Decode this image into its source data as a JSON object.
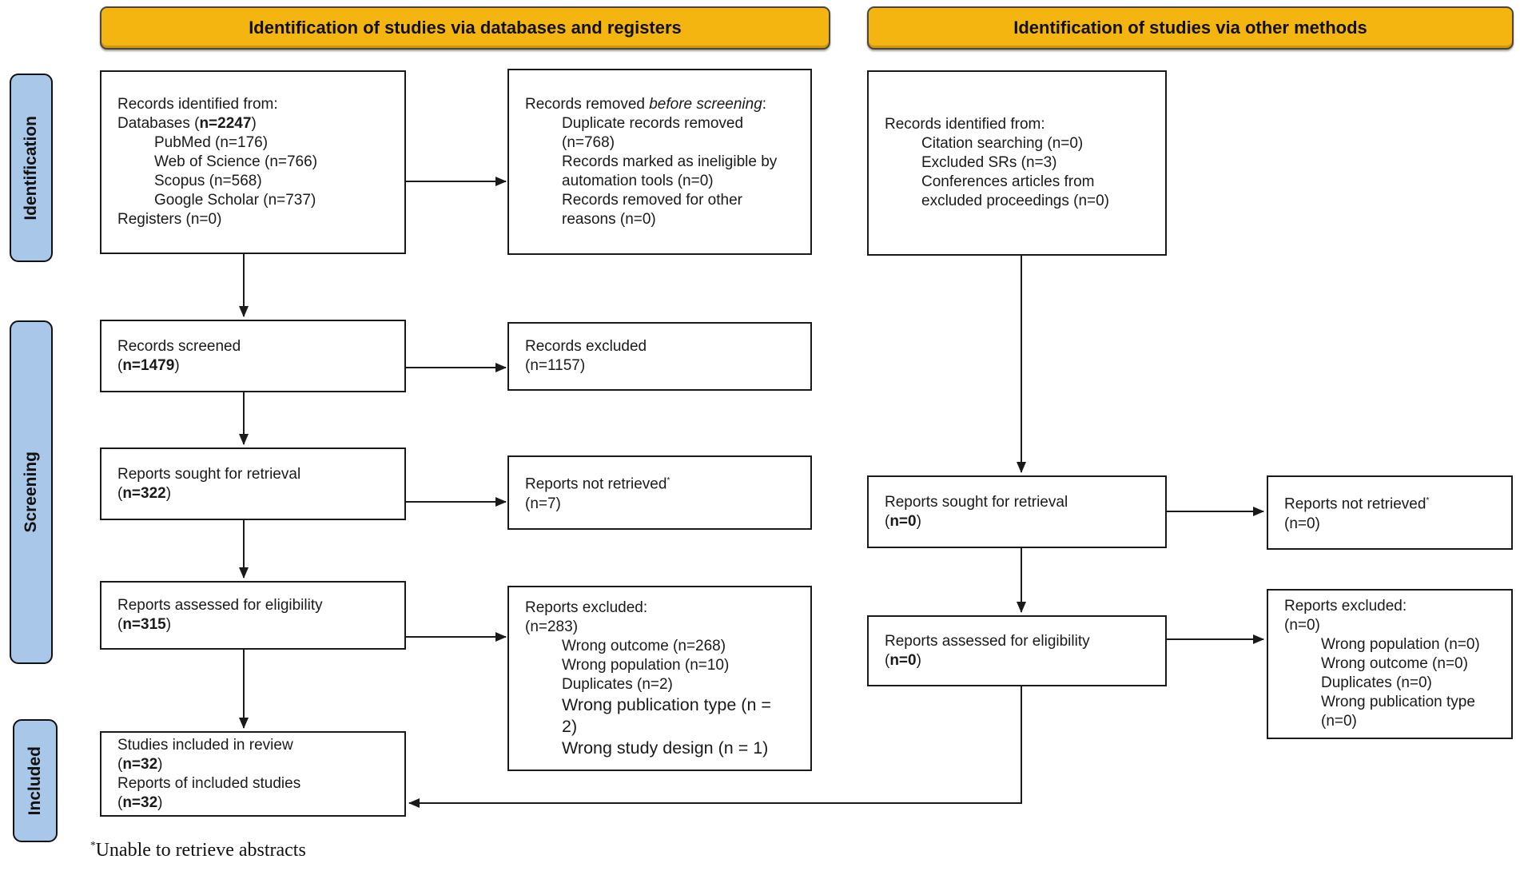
{
  "banners": {
    "databases": "Identification of studies via databases and registers",
    "other": "Identification of studies via other methods"
  },
  "stages": {
    "identification": "Identification",
    "screening": "Screening",
    "included": "Included"
  },
  "colors": {
    "banner_bg": "#F5B511",
    "stage_bg": "#A9C7E8",
    "box_border": "#1a1a1a"
  },
  "footnote": {
    "marker": "*",
    "text": "Unable to retrieve abstracts"
  },
  "boxes": {
    "l1": {
      "lines": [
        {
          "seg": [
            {
              "t": "Records identified from:"
            }
          ]
        },
        {
          "seg": [
            {
              "t": "Databases ("
            },
            {
              "t": "n=2247",
              "b": 1
            },
            {
              "t": ")"
            }
          ]
        },
        {
          "ind": 1,
          "seg": [
            {
              "t": "PubMed (n=176)"
            }
          ]
        },
        {
          "ind": 1,
          "seg": [
            {
              "t": "Web of Science (n=766)"
            }
          ]
        },
        {
          "ind": 1,
          "seg": [
            {
              "t": "Scopus (n=568)"
            }
          ]
        },
        {
          "ind": 1,
          "seg": [
            {
              "t": "Google Scholar (n=737)"
            }
          ]
        },
        {
          "seg": [
            {
              "t": "Registers (n=0)"
            }
          ]
        }
      ]
    },
    "ls1": {
      "lines": [
        {
          "seg": [
            {
              "t": "Records removed "
            },
            {
              "t": "before screening",
              "i": 1
            },
            {
              "t": ":"
            }
          ]
        },
        {
          "ind": 1,
          "seg": [
            {
              "t": "Duplicate records removed"
            }
          ]
        },
        {
          "ind": 1,
          "seg": [
            {
              "t": "(n=768)"
            }
          ]
        },
        {
          "ind": 1,
          "seg": [
            {
              "t": "Records marked as ineligible by"
            }
          ]
        },
        {
          "ind": 1,
          "seg": [
            {
              "t": "automation tools (n=0)"
            }
          ]
        },
        {
          "ind": 1,
          "seg": [
            {
              "t": "Records removed for other"
            }
          ]
        },
        {
          "ind": 1,
          "seg": [
            {
              "t": "reasons (n=0)"
            }
          ]
        }
      ]
    },
    "r1": {
      "lines": [
        {
          "seg": [
            {
              "t": "Records identified from:"
            }
          ]
        },
        {
          "ind": 1,
          "seg": [
            {
              "t": "Citation searching (n=0)"
            }
          ]
        },
        {
          "ind": 1,
          "seg": [
            {
              "t": "Excluded SRs (n=3)"
            }
          ]
        },
        {
          "ind": 1,
          "seg": [
            {
              "t": "Conferences articles from"
            }
          ]
        },
        {
          "ind": 1,
          "seg": [
            {
              "t": "excluded proceedings (n=0)"
            }
          ]
        }
      ]
    },
    "l2": {
      "lines": [
        {
          "seg": [
            {
              "t": "Records screened"
            }
          ]
        },
        {
          "seg": [
            {
              "t": "("
            },
            {
              "t": "n=1479",
              "b": 1
            },
            {
              "t": ")"
            }
          ]
        }
      ]
    },
    "ls2": {
      "lines": [
        {
          "seg": [
            {
              "t": "Records excluded"
            }
          ]
        },
        {
          "seg": [
            {
              "t": "(n=1157)"
            }
          ]
        }
      ]
    },
    "l3": {
      "lines": [
        {
          "seg": [
            {
              "t": "Reports sought for retrieval"
            }
          ]
        },
        {
          "seg": [
            {
              "t": "("
            },
            {
              "t": "n=322",
              "b": 1
            },
            {
              "t": ")"
            }
          ]
        }
      ]
    },
    "ls3": {
      "lines": [
        {
          "seg": [
            {
              "t": "Reports not retrieved"
            },
            {
              "t": "*",
              "sup": 1
            }
          ]
        },
        {
          "seg": [
            {
              "t": "(n=7)"
            }
          ]
        }
      ]
    },
    "l4": {
      "lines": [
        {
          "seg": [
            {
              "t": "Reports assessed for eligibility"
            }
          ]
        },
        {
          "seg": [
            {
              "t": "("
            },
            {
              "t": "n=315",
              "b": 1
            },
            {
              "t": ")"
            }
          ]
        }
      ]
    },
    "ls4": {
      "lines": [
        {
          "seg": [
            {
              "t": "Reports excluded:"
            }
          ]
        },
        {
          "seg": [
            {
              "t": "(n=283)"
            }
          ]
        },
        {
          "ind": 1,
          "seg": [
            {
              "t": "Wrong outcome (n=268)"
            }
          ]
        },
        {
          "ind": 1,
          "seg": [
            {
              "t": "Wrong population (n=10)"
            }
          ]
        },
        {
          "ind": 1,
          "seg": [
            {
              "t": "Duplicates (n=2)"
            }
          ]
        },
        {
          "ind": 1,
          "lg": 1,
          "seg": [
            {
              "t": "Wrong publication type (n ="
            }
          ]
        },
        {
          "ind": 1,
          "lg": 1,
          "seg": [
            {
              "t": "2)"
            }
          ]
        },
        {
          "ind": 1,
          "lg": 1,
          "seg": [
            {
              "t": "Wrong study design (n = 1)"
            }
          ]
        }
      ]
    },
    "l5": {
      "lines": [
        {
          "seg": [
            {
              "t": "Studies included in review"
            }
          ]
        },
        {
          "seg": [
            {
              "t": "("
            },
            {
              "t": "n=32",
              "b": 1
            },
            {
              "t": ")"
            }
          ]
        },
        {
          "seg": [
            {
              "t": "Reports of included studies"
            }
          ]
        },
        {
          "seg": [
            {
              "t": "("
            },
            {
              "t": "n=32",
              "b": 1
            },
            {
              "t": ")"
            }
          ]
        }
      ]
    },
    "r2": {
      "lines": [
        {
          "seg": [
            {
              "t": "Reports sought for retrieval"
            }
          ]
        },
        {
          "seg": [
            {
              "t": "("
            },
            {
              "t": "n=0",
              "b": 1
            },
            {
              "t": ")"
            }
          ]
        }
      ]
    },
    "rs1": {
      "lines": [
        {
          "seg": [
            {
              "t": "Reports not retrieved"
            },
            {
              "t": "*",
              "sup": 1
            }
          ]
        },
        {
          "seg": [
            {
              "t": "(n=0)"
            }
          ]
        }
      ]
    },
    "r3": {
      "lines": [
        {
          "seg": [
            {
              "t": "Reports assessed for eligibility"
            }
          ]
        },
        {
          "seg": [
            {
              "t": "("
            },
            {
              "t": "n=0",
              "b": 1
            },
            {
              "t": ")"
            }
          ]
        }
      ]
    },
    "rs2": {
      "lines": [
        {
          "seg": [
            {
              "t": "Reports excluded:"
            }
          ]
        },
        {
          "seg": [
            {
              "t": "(n=0)"
            }
          ]
        },
        {
          "ind": 1,
          "seg": [
            {
              "t": "Wrong population (n=0)"
            }
          ]
        },
        {
          "ind": 1,
          "seg": [
            {
              "t": "Wrong outcome (n=0)"
            }
          ]
        },
        {
          "ind": 1,
          "seg": [
            {
              "t": "Duplicates (n=0)"
            }
          ]
        },
        {
          "ind": 1,
          "seg": [
            {
              "t": "Wrong publication type"
            }
          ]
        },
        {
          "ind": 1,
          "seg": [
            {
              "t": "(n=0)"
            }
          ]
        }
      ]
    }
  }
}
